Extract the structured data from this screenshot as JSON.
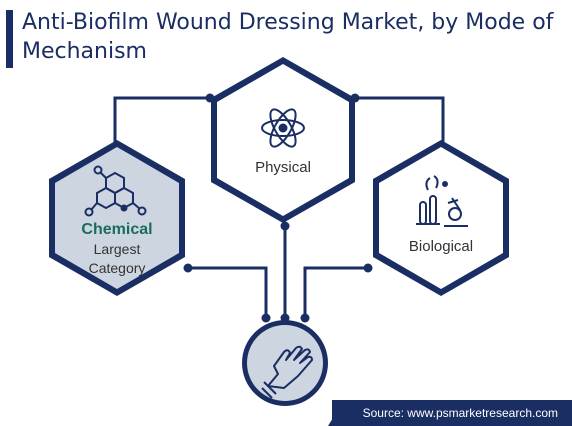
{
  "title": "Anti-Biofilm Wound Dressing Market, by Mode of Mechanism",
  "categories": {
    "chemical": {
      "name": "Chemical",
      "sub_line1": "Largest",
      "sub_line2": "Category"
    },
    "physical": {
      "name": "Physical"
    },
    "biological": {
      "name": "Biological"
    }
  },
  "source": "Source: www.psmarketresearch.com",
  "colors": {
    "navy": "#1b2e63",
    "chemical_fill": "#cdd6e0",
    "teal_text": "#1b6b60",
    "white": "#ffffff",
    "text_dark": "#333333"
  },
  "icons": [
    "molecule-icon",
    "atom-icon",
    "lab-icon",
    "glove-icon"
  ]
}
